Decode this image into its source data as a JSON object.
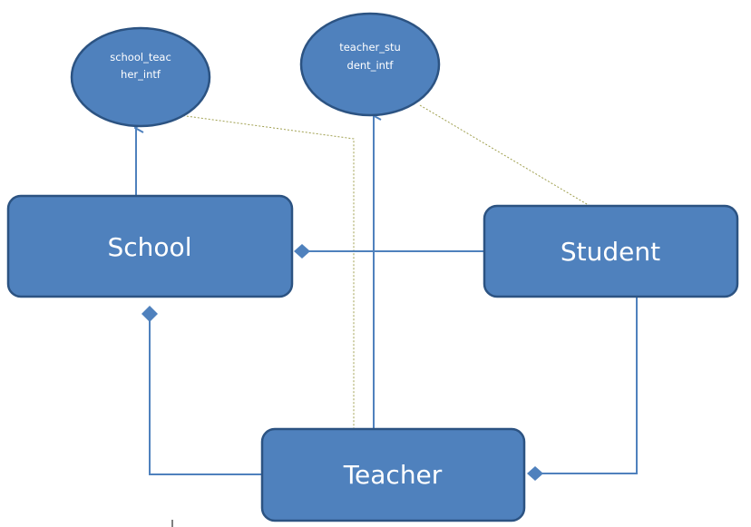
{
  "colors": {
    "box_fill": "#4f81bd",
    "box_stroke": "#2c5382",
    "connector": "#4f81bd",
    "dotted": "#a0a050",
    "text": "#ffffff"
  },
  "nodes": {
    "school": {
      "label": "School"
    },
    "student": {
      "label": "Student"
    },
    "teacher": {
      "label": "Teacher"
    },
    "school_teacher_intf": {
      "line1": "school_teac",
      "line2": "her_intf"
    },
    "teacher_student_intf": {
      "line1": "teacher_stu",
      "line2": "dent_intf"
    }
  }
}
